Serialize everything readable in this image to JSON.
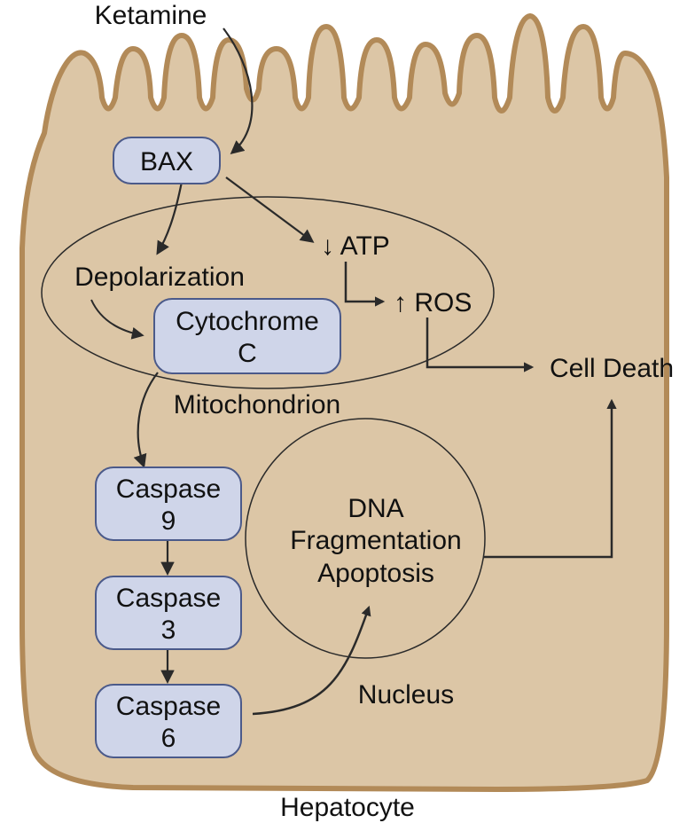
{
  "inputs": {
    "ketamine": "Ketamine"
  },
  "nodes": {
    "bax": "BAX",
    "cytochrome_line1": "Cytochrome",
    "cytochrome_line2": "C",
    "caspase9_line1": "Caspase",
    "caspase9_line2": "9",
    "caspase3_line1": "Caspase",
    "caspase3_line2": "3",
    "caspase6_line1": "Caspase",
    "caspase6_line2": "6"
  },
  "labels": {
    "depolarization": "Depolarization",
    "atp": "↓ ATP",
    "ros": "↑ ROS",
    "cell_death": "Cell Death",
    "mitochondrion": "Mitochondrion",
    "nucleus_line1": "DNA",
    "nucleus_line2": "Fragmentation",
    "nucleus_line3": "Apoptosis",
    "nucleus": "Nucleus",
    "hepatocyte": "Hepatocyte"
  },
  "colors": {
    "cell_fill": "#dcc6a6",
    "cell_border": "#b28a58",
    "box_fill": "#cfd5e9",
    "box_border": "#4b5a8a",
    "line": "#2a2a2a"
  }
}
